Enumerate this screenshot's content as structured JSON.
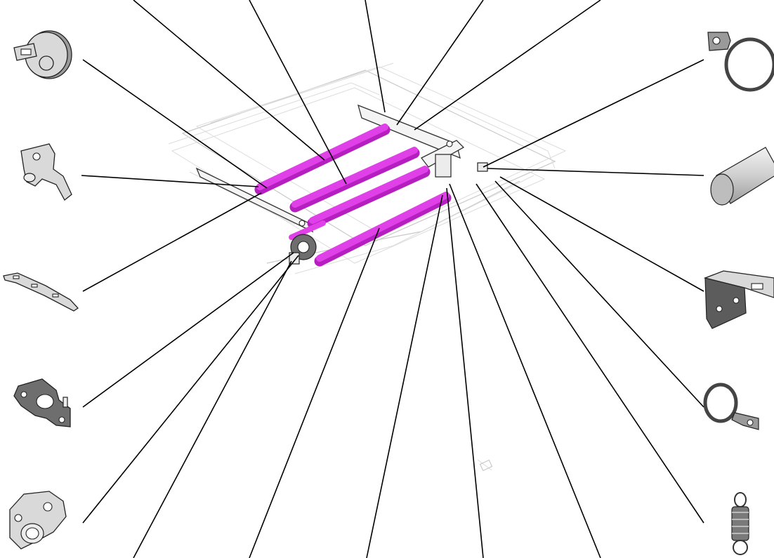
{
  "diagram": {
    "kind": "exploded-parts-view",
    "colors": {
      "roller": "#e040e8",
      "roller_shade": "#b51fc0",
      "leader": "#000000",
      "frame_ghost": "#c9c9c9",
      "part_gray": "#d9d9d9",
      "part_dark": "#6e6e6e"
    },
    "parts_left": [
      "cam-gear",
      "lever-bracket",
      "slotted-bar-bracket",
      "gasket-plate",
      "bearing-block"
    ],
    "parts_right": [
      "ring-clip-bracket",
      "sleeve-tube",
      "mounting-bracket",
      "ring-washer",
      "tension-spring"
    ]
  }
}
